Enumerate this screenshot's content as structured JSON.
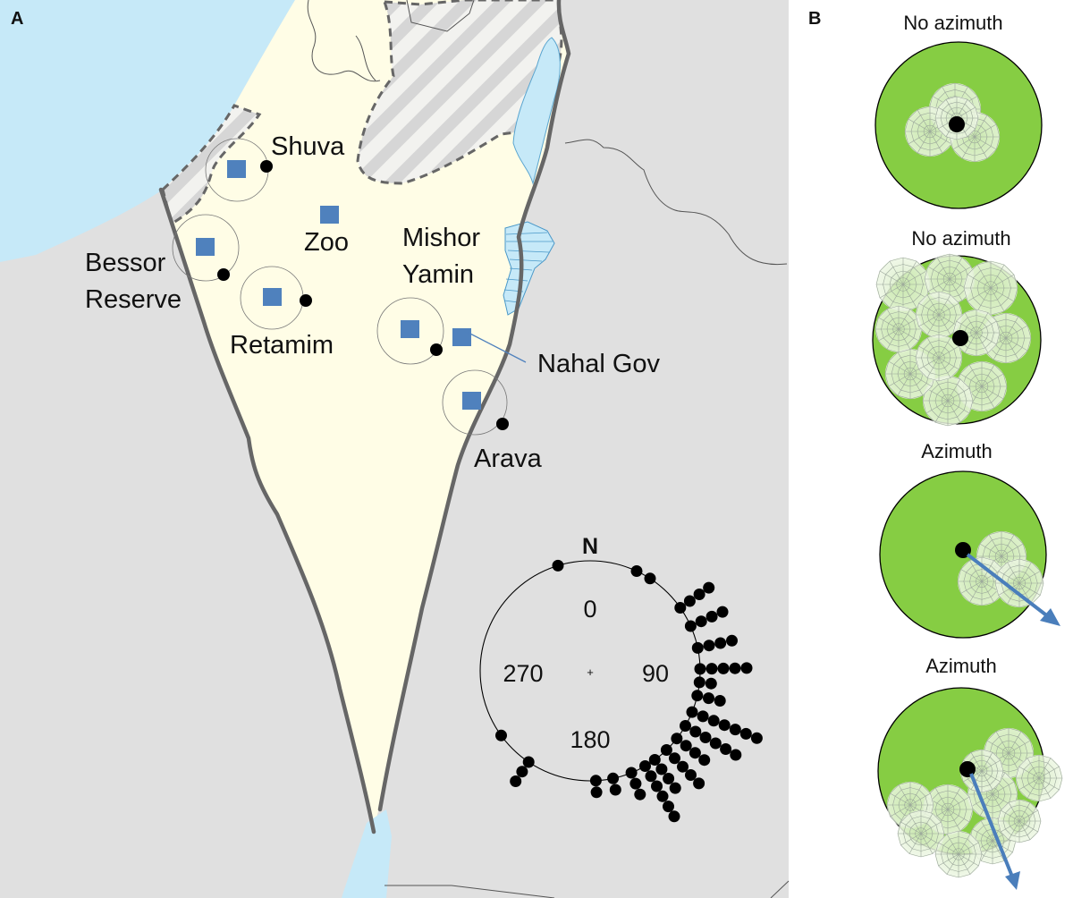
{
  "panel_a": {
    "letter": "A",
    "sites": [
      {
        "label": "Shuva"
      },
      {
        "label": "Zoo"
      },
      {
        "label_lines": [
          "Bessor",
          "Reserve"
        ]
      },
      {
        "label": "Retamim"
      },
      {
        "label_lines": [
          "Mishor",
          "Yamin"
        ]
      },
      {
        "label": "Nahal Gov"
      },
      {
        "label": "Arava"
      }
    ],
    "compass": {
      "north_label": "N",
      "angle_labels": [
        "0",
        "90",
        "180",
        "270"
      ],
      "azimuth_stacks_deg_counts": [
        {
          "deg": 343,
          "count": 1
        },
        {
          "deg": 25,
          "count": 1
        },
        {
          "deg": 33,
          "count": 1
        },
        {
          "deg": 55,
          "count": 4
        },
        {
          "deg": 66,
          "count": 4
        },
        {
          "deg": 78,
          "count": 4
        },
        {
          "deg": 89,
          "count": 5
        },
        {
          "deg": 96,
          "count": 2
        },
        {
          "deg": 103,
          "count": 3
        },
        {
          "deg": 112,
          "count": 7
        },
        {
          "deg": 120,
          "count": 6
        },
        {
          "deg": 128,
          "count": 4
        },
        {
          "deg": 136,
          "count": 5
        },
        {
          "deg": 144,
          "count": 4
        },
        {
          "deg": 150,
          "count": 6
        },
        {
          "deg": 158,
          "count": 3
        },
        {
          "deg": 168,
          "count": 2
        },
        {
          "deg": 177,
          "count": 2
        },
        {
          "deg": 214,
          "count": 3
        },
        {
          "deg": 234,
          "count": 1
        }
      ]
    },
    "colors": {
      "sea": "#c6e9f8",
      "israel": "#fffde6",
      "neighbors": "#e0e0e0",
      "border": "#666666",
      "marker": "#4f81bd"
    }
  },
  "panel_b": {
    "letter": "B",
    "diagrams": [
      {
        "title": "No azimuth",
        "arrow": false
      },
      {
        "title": "No azimuth",
        "arrow": false
      },
      {
        "title": "Azimuth",
        "arrow": true
      },
      {
        "title": "Azimuth",
        "arrow": true
      }
    ],
    "colors": {
      "habitat": "#86cd43",
      "web": "#dff0cf",
      "arrow": "#4a7ebb"
    }
  }
}
